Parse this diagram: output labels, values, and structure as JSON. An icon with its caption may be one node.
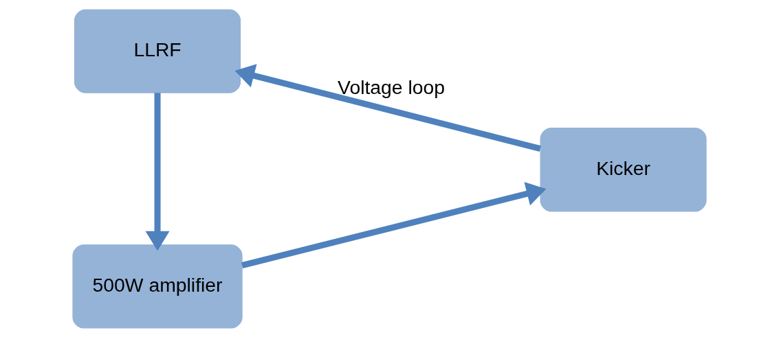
{
  "diagram": {
    "nodes": [
      {
        "text": [
          "LLRF"
        ]
      },
      {
        "text": [
          "500W amplifier"
        ]
      },
      {
        "text": [
          "Kicker"
        ]
      }
    ],
    "edges": [
      {
        "from": 0,
        "to": 1,
        "arrow": "to"
      },
      {
        "from": 1,
        "to": 2,
        "arrow": "to"
      },
      {
        "from": 2,
        "to": 0,
        "arrow": "to",
        "label": "Voltage loop"
      }
    ]
  }
}
